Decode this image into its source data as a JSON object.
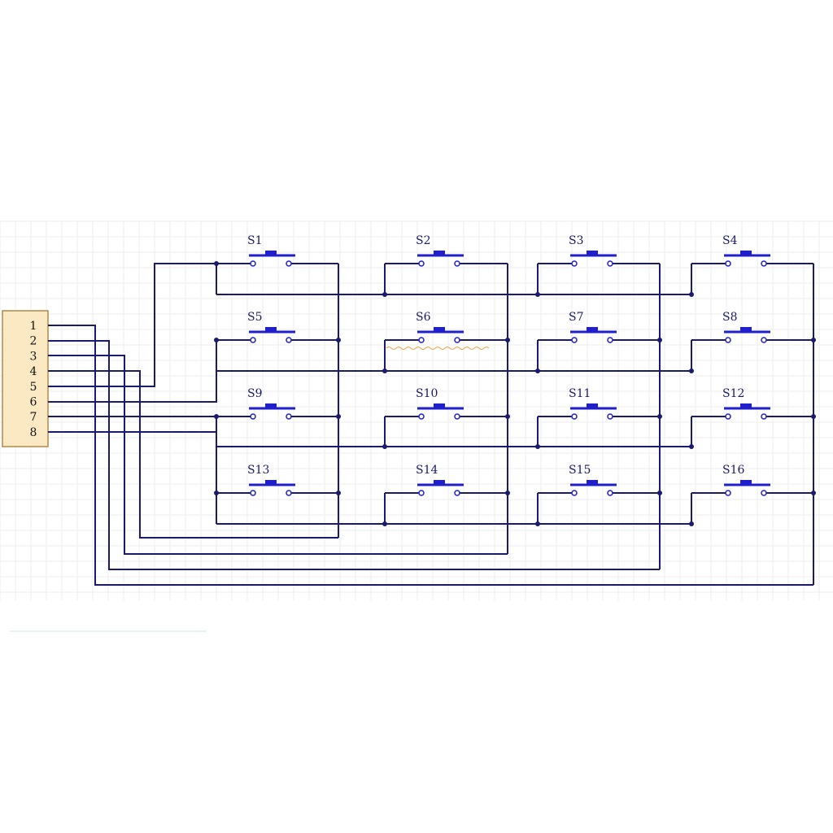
{
  "connector": {
    "pins": [
      "1",
      "2",
      "3",
      "4",
      "5",
      "6",
      "7",
      "8"
    ]
  },
  "switches": [
    [
      "S1",
      "S2",
      "S3",
      "S4"
    ],
    [
      "S5",
      "S6",
      "S7",
      "S8"
    ],
    [
      "S9",
      "S10",
      "S11",
      "S12"
    ],
    [
      "S13",
      "S14",
      "S15",
      "S16"
    ]
  ],
  "colors": {
    "wire": "#1a1a6e",
    "switch": "#1f1fcc",
    "connector_fill": "#fbe9c4",
    "connector_stroke": "#b08a4a",
    "grid": "#eeeeee",
    "highlight": "#e8a24a"
  }
}
